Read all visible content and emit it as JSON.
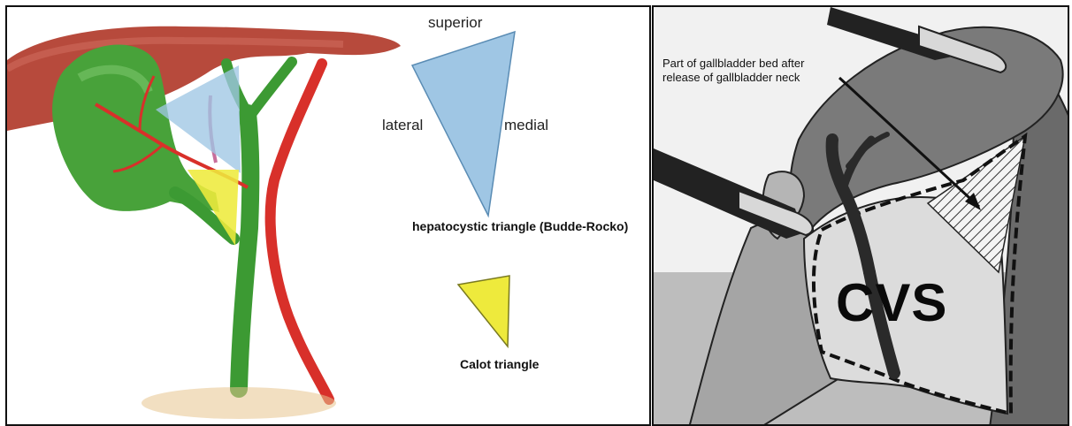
{
  "left": {
    "orientation": {
      "superior": "superior",
      "lateral": "lateral",
      "medial": "medial"
    },
    "hepatocystic_caption": "hepatocystic triangle (Budde-Rocko)",
    "calot_caption": "Calot triangle",
    "colors": {
      "liver": "#b74a3c",
      "gallbladder": "#48a23a",
      "bile_duct": "#3c9a33",
      "artery": "#d8302a",
      "hepatocystic_triangle": "#9fc6e4",
      "calot_triangle": "#eeea3c"
    }
  },
  "right": {
    "annotation_line1": "Part of gallbladder bed after",
    "annotation_line2": "release of gallbladder neck",
    "cvs_label": "CVS"
  }
}
